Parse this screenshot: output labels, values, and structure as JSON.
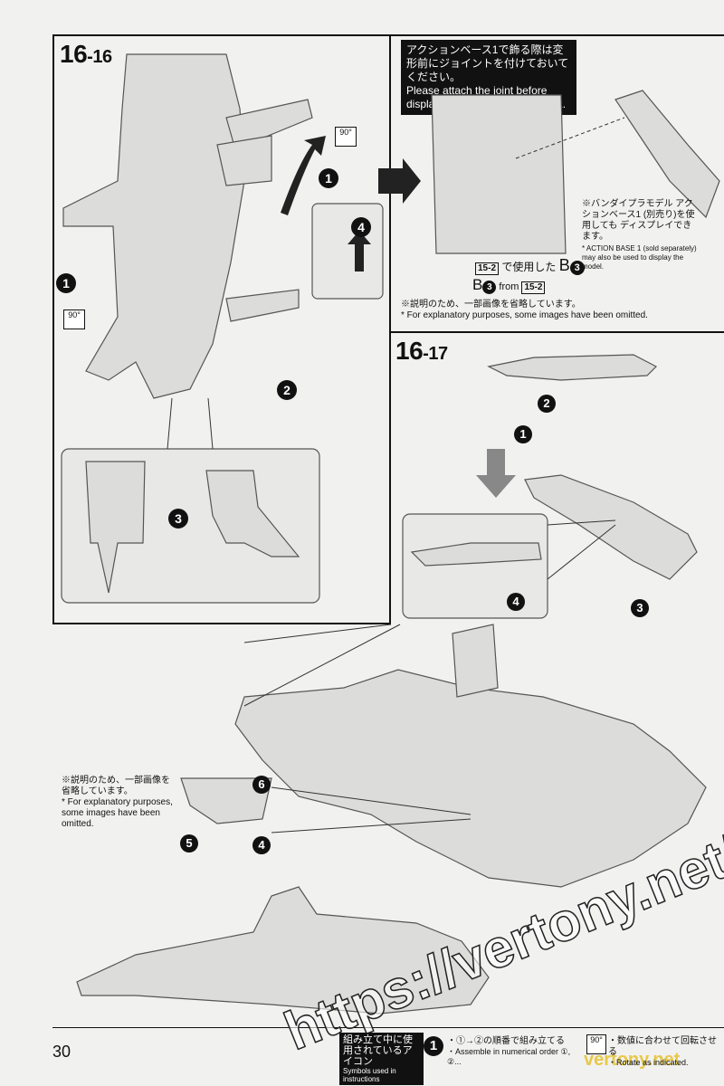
{
  "page_number": "30",
  "step_16_16": {
    "label_main": "16",
    "label_sub": "-16",
    "rotate_badge": "90°",
    "rotate_badge_2": "90°",
    "callout_num_1a": "1",
    "callout_num_1b": "1",
    "callout_num_2": "2",
    "callout_num_3": "3",
    "callout_num_4": "4",
    "attach_note_jp": "アクションベース1で飾る際は変形前にジョイントを付けておいてください。",
    "attach_note_en": "Please attach the joint before displaying it on an Action Base 1.",
    "used_in_jp": "で使用した",
    "part_ref_badge": "15-2",
    "part_ref_badge_2": "15-2",
    "part_name": "B",
    "part_num": "3",
    "from_en": "from",
    "omit_note_jp": "※説明のため、一部画像を省略しています。",
    "omit_note_en": "* For explanatory purposes, some images have been omitted.",
    "action_base_note_jp": "※バンダイプラモデル アクションベース1 (別売り)を使用しても ディスプレイできます。",
    "action_base_note_en": "* ACTION BASE 1 (sold separately) may also be used to display the model."
  },
  "step_16_17": {
    "label_main": "16",
    "label_sub": "-17",
    "callout_num_1": "1",
    "callout_num_2": "2",
    "callout_num_3": "3",
    "callout_num_4": "4"
  },
  "bottom_inset": {
    "omit_note_jp": "※説明のため、一部画像を省略しています。",
    "omit_note_en": "* For explanatory purposes, some images have been omitted.",
    "callout_num_4": "4",
    "callout_num_5": "5",
    "callout_num_6": "6"
  },
  "legend": {
    "title_jp": "組み立て中に使用されているアイコン",
    "title_en": "Symbols used in instructions",
    "order_num_1": "1",
    "order_jp": "・①→②の順番で組み立てる",
    "order_en": "・Assemble in numerical order ①, ②...",
    "rotate_badge": "90°",
    "rotate_jp": "・数値に合わせて回転させる",
    "rotate_en": "・Rotate as indicated."
  },
  "watermark": {
    "url": "https://vertony.net/",
    "corner": "vertony.net"
  }
}
